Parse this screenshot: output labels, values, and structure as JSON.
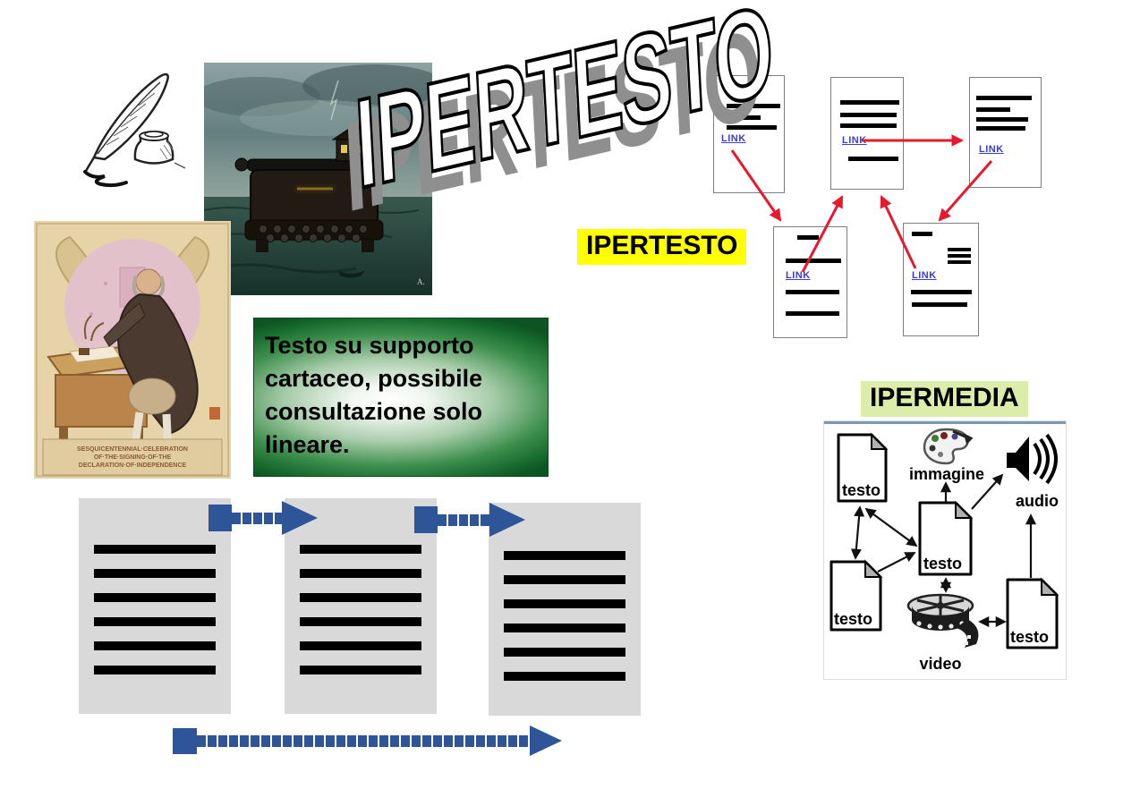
{
  "title3d": {
    "text": "IPERTESTO"
  },
  "hypertext": {
    "label": "IPERTESTO",
    "link_label": "LINK",
    "colors": {
      "label_bg": "#ffff00",
      "link": "#3c3ccf",
      "arrow": "#e8192c",
      "doc_border": "#7d7d7d"
    }
  },
  "paper_note": {
    "text": "Testo su supporto cartaceo, possibile consultazione solo lineare.",
    "lines": [
      "Testo su supporto",
      "cartaceo, possibile",
      "consultazione solo",
      "lineare."
    ],
    "colors": {
      "edge": "#0d5423",
      "center": "#ffffff",
      "text": "#000000"
    }
  },
  "linear_diagram": {
    "colors": {
      "page": "#d9d9d9",
      "arrow": "#2e5597",
      "text_line": "#000000"
    }
  },
  "hypermedia": {
    "label": "IPERMEDIA",
    "colors": {
      "label_bg": "#dcedaa",
      "top_rule": "#7e97b2"
    },
    "node_labels": {
      "testo": "testo",
      "immagine": "immagine",
      "audio": "audio",
      "video": "video"
    }
  },
  "franklin_caption": {
    "lines": [
      "SESQUICENTENNIAL·CELEBRATION",
      "OF·THE·SIGNING·OF·THE",
      "DECLARATION·OF·INDEPENDENCE"
    ]
  }
}
